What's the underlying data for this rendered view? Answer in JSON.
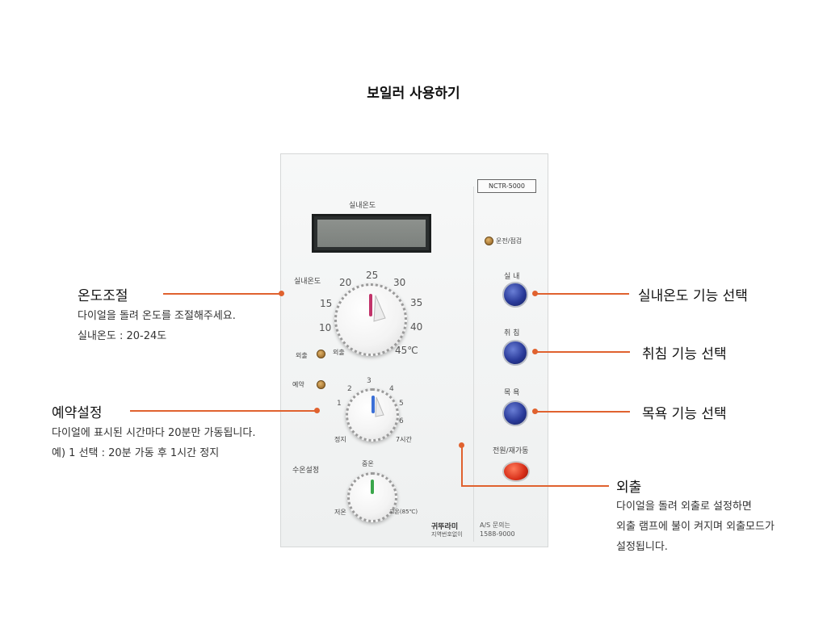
{
  "page": {
    "title": "보일러 사용하기"
  },
  "panel": {
    "model": "NCTR-5000",
    "room_temp_label": "실내온도",
    "operation_lamp_label": "운전/점검",
    "dial_temp": {
      "label": "실내온도",
      "scale": [
        "10",
        "15",
        "20",
        "25",
        "30",
        "35",
        "40",
        "45℃"
      ],
      "sub_label": "외출",
      "lamp_label": "외출"
    },
    "dial_reserve": {
      "lamp_label": "예약",
      "scale": [
        "1",
        "2",
        "3",
        "4",
        "5",
        "6"
      ],
      "left_label": "정지",
      "right_label": "7시간"
    },
    "dial_water": {
      "label": "수온설정",
      "top_label": "중온",
      "left_label": "저온",
      "right_label": "고온(85℃)"
    },
    "buttons": {
      "room": "실 내",
      "sleep": "취 침",
      "bath": "목 욕",
      "power": "전원/재가동"
    },
    "footer": {
      "brand": "귀뚜라미",
      "brand_sub": "지역번호없이",
      "as_label": "A/S 문의는",
      "as_number": "1588-9000"
    },
    "colors": {
      "accent_line": "#e0622f",
      "button_blue": "#2a3b9a",
      "button_red": "#d72e18"
    }
  },
  "annotations": {
    "temp_control": {
      "title": "온도조절",
      "desc": [
        "다이얼을 돌려 온도를 조절해주세요.",
        "실내온도 : 20-24도"
      ]
    },
    "reservation": {
      "title": "예약설정",
      "desc": [
        "다이얼에 표시된 시간마다 20분만 가동됩니다.",
        "예) 1 선택 : 20분 가동 후 1시간 정지"
      ]
    },
    "room_function": {
      "title": "실내온도 기능 선택"
    },
    "sleep_function": {
      "title": "취침 기능 선택"
    },
    "bath_function": {
      "title": "목욕 기능 선택"
    },
    "away": {
      "title": "외출",
      "desc": [
        "다이얼을 돌려 외출로 설정하면",
        "외출 램프에 불이 켜지며 외출모드가",
        "설정됩니다."
      ]
    }
  }
}
